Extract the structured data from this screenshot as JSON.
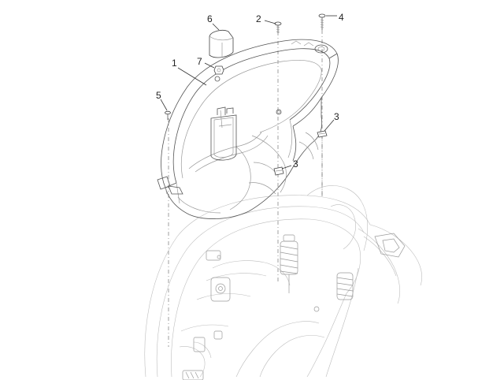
{
  "callouts": [
    {
      "id": "1",
      "label": "1"
    },
    {
      "id": "2",
      "label": "2"
    },
    {
      "id": "3a",
      "label": "3"
    },
    {
      "id": "3b",
      "label": "3"
    },
    {
      "id": "4",
      "label": "4"
    },
    {
      "id": "5",
      "label": "5"
    },
    {
      "id": "6",
      "label": "6"
    },
    {
      "id": "7",
      "label": "7"
    }
  ]
}
